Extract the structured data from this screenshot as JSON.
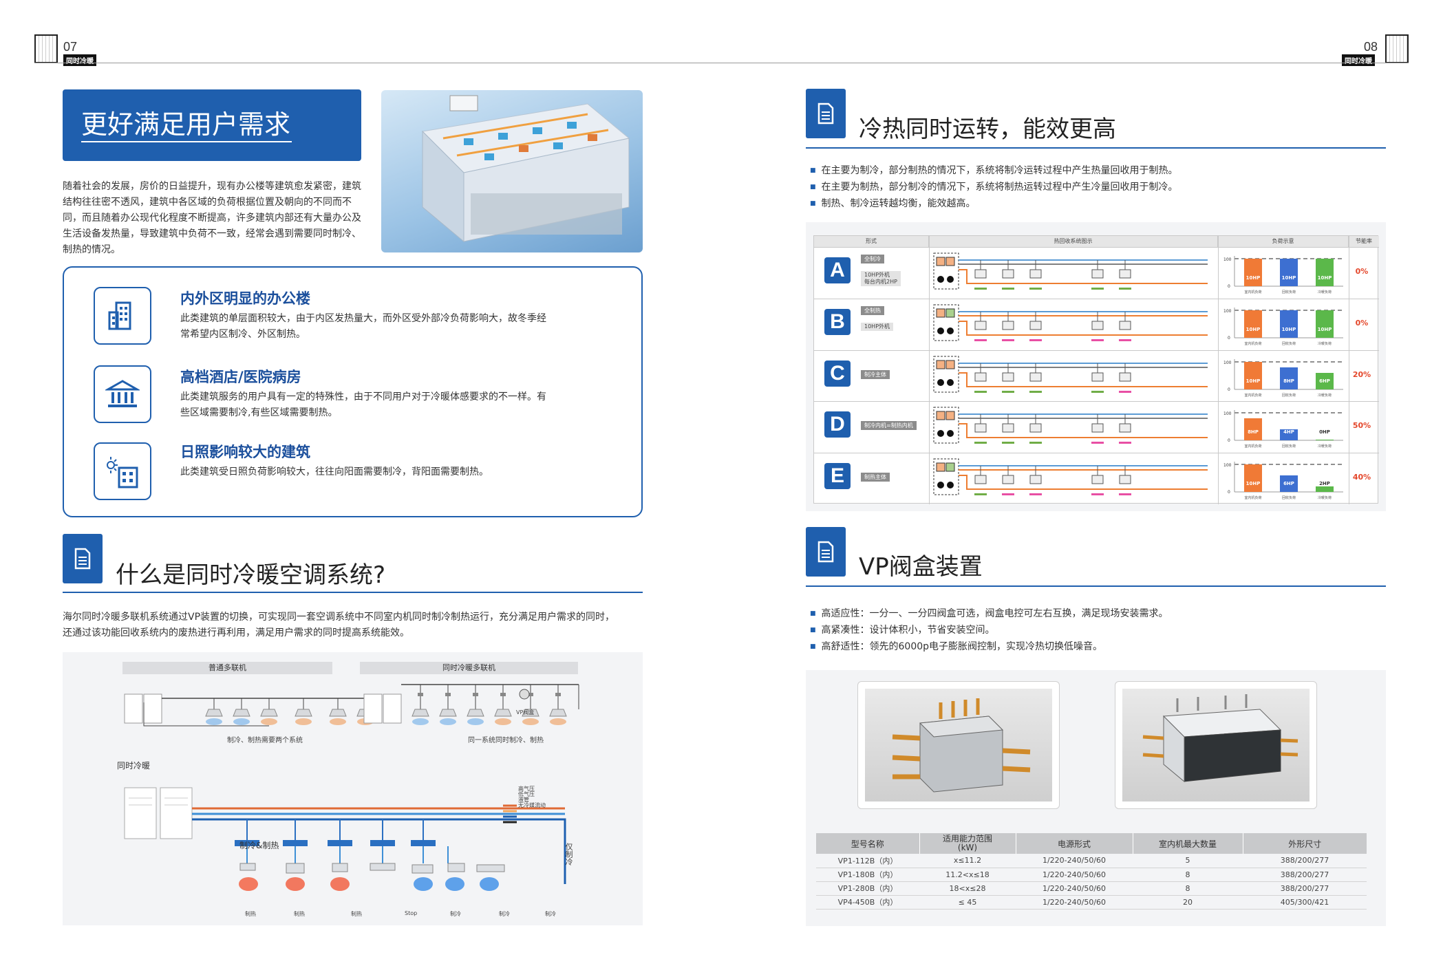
{
  "header": {
    "left_page": "07",
    "left_tag": "同时冷暖",
    "right_page": "08",
    "right_tag": "同时冷暖"
  },
  "intro": {
    "title": "更好满足用户需求",
    "lines": [
      "随着社会的发展，房价的日益提升，现有办公楼等建筑愈发紧密，建筑",
      "结构往往密不透风，建筑中各区域的负荷根据位置及朝向的不同而不",
      "同，而且随着办公现代化程度不断提高，许多建筑内部还有大量办公及",
      "生活设备发热量，导致建筑中负荷不一致，经常会遇到需要同时制冷、",
      "制热的情况。"
    ]
  },
  "cases": [
    {
      "title": "内外区明显的办公楼",
      "lines": [
        "此类建筑的单层面积较大，由于内区发热量大，而外区受外部冷负荷影响大，故冬季经",
        "常希望内区制冷、外区制热。"
      ],
      "icon": "office-building-icon"
    },
    {
      "title": "高档酒店/医院病房",
      "lines": [
        "此类建筑服务的用户具有一定的特殊性，由于不同用户对于冷暖体感要求的不一样。有",
        "些区域需要制冷,有些区域需要制热。"
      ],
      "icon": "hotel-icon"
    },
    {
      "title": "日照影响较大的建筑",
      "lines": [
        "此类建筑受日照负荷影响较大，往往向阳面需要制冷，背阳面需要制热。"
      ],
      "icon": "sunlight-building-icon"
    }
  ],
  "system": {
    "title": "什么是同时冷暖空调系统?",
    "lines": [
      "海尔同时冷暖多联机系统通过VP装置的切换，可实现同一套空调系统中不同室内机同时制冷制热运行，充分满足用户需求的同时，",
      "还通过该功能回收系统内的废热进行再利用，满足用户需求的同时提高系统能效。"
    ],
    "diagram": {
      "normal_header": "普通多联机",
      "simul_header": "同时冷暖多联机",
      "normal_caption": "制冷、制热需要两个系统",
      "simul_caption": "同一系统同时制冷、制热",
      "vp_label": "VP阀盒",
      "lower_title": "同时冷暖",
      "mode_label": "制冷&制热",
      "legend": [
        "高气压",
        "低气压",
        "液管",
        "无冷媒流动"
      ],
      "side_label": "仅制冷",
      "units": [
        "制热",
        "制热",
        "制热",
        "Stop",
        "制冷",
        "制冷",
        "制冷"
      ]
    }
  },
  "efficiency": {
    "title": "冷热同时运转，能效更高",
    "bullets": [
      "在主要为制冷，部分制热的情况下，系统将制冷运转过程中产生热量回收用于制热。",
      "在主要为制热，部分制冷的情况下，系统将制热运转过程中产生冷量回收用于制冷。",
      "制热、制冷运转越均衡，能效越高。"
    ],
    "table_headers": [
      "形式",
      "热回收系统图示",
      "负荷示意",
      "节能率"
    ],
    "bar_axis_top": "100",
    "bar_axis_zero": "0",
    "bar_labels": [
      "室内机负荷",
      "回收负荷",
      "冷暖负荷"
    ],
    "rows": [
      {
        "letter": "A",
        "tag": "全制冷",
        "sub": "10HP外机",
        "sub2": "每台内机2HP",
        "bars": [
          [
            "10HP",
            1.0,
            "#f07a36"
          ],
          [
            "10HP",
            1.0,
            "#3d6fd1"
          ],
          [
            "10HP",
            1.0,
            "#5bb84a"
          ]
        ],
        "pct": "0%"
      },
      {
        "letter": "B",
        "tag": "全制热",
        "sub": "10HP外机",
        "sub2": "",
        "bars": [
          [
            "10HP",
            1.0,
            "#f07a36"
          ],
          [
            "10HP",
            1.0,
            "#3d6fd1"
          ],
          [
            "10HP",
            1.0,
            "#5bb84a"
          ]
        ],
        "pct": "0%"
      },
      {
        "letter": "C",
        "tag": "制冷主体",
        "sub": "",
        "sub2": "",
        "bars": [
          [
            "10HP",
            1.0,
            "#f07a36"
          ],
          [
            "8HP",
            0.8,
            "#3d6fd1"
          ],
          [
            "6HP",
            0.6,
            "#5bb84a"
          ]
        ],
        "pct": "20%"
      },
      {
        "letter": "D",
        "tag": "制冷内机=制热内机",
        "sub": "",
        "sub2": "",
        "bars": [
          [
            "8HP",
            0.8,
            "#f07a36"
          ],
          [
            "4HP",
            0.4,
            "#3d6fd1"
          ],
          [
            "0HP",
            0.0,
            "#5bb84a"
          ]
        ],
        "pct": "50%"
      },
      {
        "letter": "E",
        "tag": "制热主体",
        "sub": "",
        "sub2": "",
        "bars": [
          [
            "10HP",
            1.0,
            "#f07a36"
          ],
          [
            "6HP",
            0.6,
            "#3d6fd1"
          ],
          [
            "2HP",
            0.2,
            "#5bb84a"
          ]
        ],
        "pct": "40%"
      }
    ]
  },
  "vp": {
    "title": "VP阀盒装置",
    "bullets": [
      "高适应性：一分一、一分四阀盒可选，阀盒电控可左右互换，满足现场安装需求。",
      "高紧凑性：设计体积小，节省安装空间。",
      "高舒适性：领先的6000p电子膨胀阀控制，实现冷热切换低噪音。"
    ],
    "table": {
      "headers": [
        "型号名称",
        "适用能力范围",
        "(kW)",
        "电源形式",
        "室内机最大数量",
        "外形尺寸"
      ],
      "rows": [
        [
          "VP1-112B（内）",
          "x≤11.2",
          "1/220-240/50/60",
          "5",
          "388/200/277"
        ],
        [
          "VP1-180B（内）",
          "11.2<x≤18",
          "1/220-240/50/60",
          "8",
          "388/200/277"
        ],
        [
          "VP1-280B（内）",
          "18<x≤28",
          "1/220-240/50/60",
          "8",
          "388/200/277"
        ],
        [
          "VP4-450B（内）",
          "≤ 45",
          "1/220-240/50/60",
          "20",
          "405/300/421"
        ]
      ]
    }
  }
}
